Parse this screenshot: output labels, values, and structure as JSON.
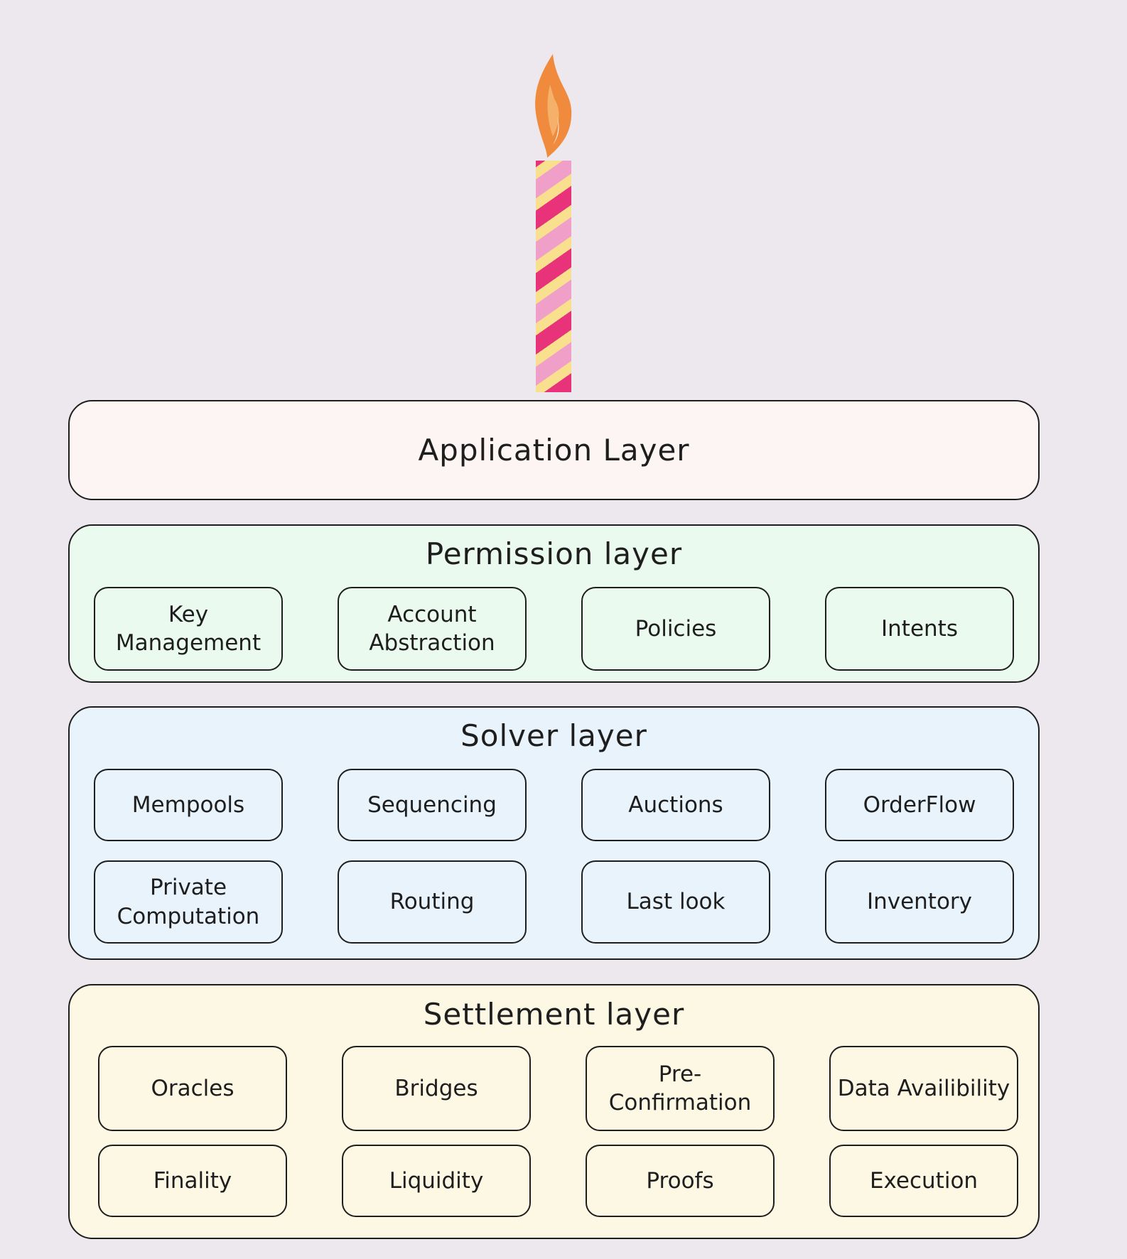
{
  "colors": {
    "background": "#ece8ee",
    "application": "#fdf4f4",
    "permission": "#ebfaee",
    "solver": "#e9f3fc",
    "settlement": "#fcf8e3",
    "flame": "#f08a3c"
  },
  "application": {
    "title": "Application Layer"
  },
  "permission": {
    "title": "Permission layer",
    "items": [
      "Key Management",
      "Account Abstraction",
      "Policies",
      "Intents"
    ]
  },
  "solver": {
    "title": "Solver layer",
    "items": [
      "Mempools",
      "Sequencing",
      "Auctions",
      "OrderFlow",
      "Private Computation",
      "Routing",
      "Last look",
      "Inventory"
    ]
  },
  "settlement": {
    "title": "Settlement layer",
    "items": [
      "Oracles",
      "Bridges",
      "Pre-Confirmation",
      "Data Availibility",
      "Finality",
      "Liquidity",
      "Proofs",
      "Execution"
    ]
  }
}
